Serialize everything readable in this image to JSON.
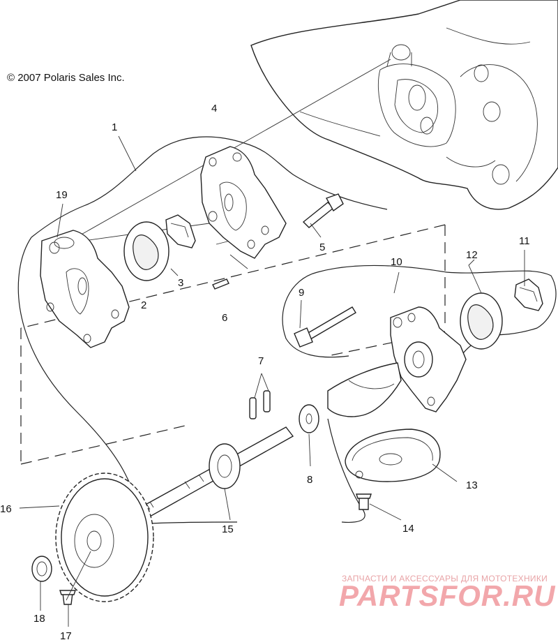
{
  "copyright": "© 2007 Polaris Sales Inc.",
  "watermark": {
    "tagline": "ЗАПЧАСТИ И АКСЕССУАРЫ ДЛЯ МОТОТЕХНИКИ",
    "logo": "PARTSFOR.RU",
    "color": "#f2a7ab"
  },
  "callouts": [
    "1",
    "2",
    "3",
    "4",
    "5",
    "6",
    "7",
    "8",
    "9",
    "10",
    "11",
    "12",
    "13",
    "14",
    "15",
    "16",
    "17",
    "18",
    "19"
  ]
}
